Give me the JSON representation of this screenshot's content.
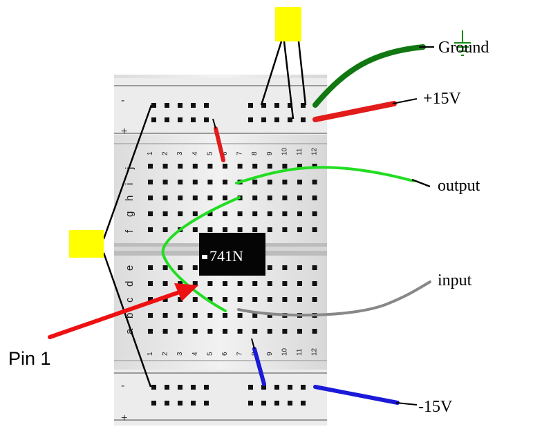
{
  "labels": {
    "ground": "Ground",
    "plus15": "+15V",
    "output": "output",
    "input": "input",
    "minus15": "-15V",
    "pin1": "Pin 1"
  },
  "chip": {
    "label": "741N"
  },
  "breadboard": {
    "rail_top_signs": [
      "-",
      "+"
    ],
    "rail_bottom_signs": [
      "-",
      "+"
    ],
    "rows_top_half": [
      "j",
      "i",
      "h",
      "g",
      "f"
    ],
    "rows_bottom_half": [
      "e",
      "d",
      "c",
      "b",
      "a"
    ],
    "columns": [
      "1",
      "2",
      "3",
      "4",
      "5",
      "6",
      "7",
      "8",
      "9",
      "10",
      "11",
      "12"
    ]
  },
  "colors": {
    "ground_wire": "#117711",
    "plus15_wire": "#e21b1b",
    "output_wire": "#22dd22",
    "input_wire": "#888888",
    "minus15_wire": "#1a1ad8",
    "connector_box": "#ffff00",
    "pin1_arrow": "#ee1111",
    "ground_symbol": "#118811"
  },
  "icons": {
    "ground_symbol": "ground-symbol-icon",
    "connector_top": "yellow-connector-icon",
    "connector_left": "yellow-connector-icon"
  }
}
